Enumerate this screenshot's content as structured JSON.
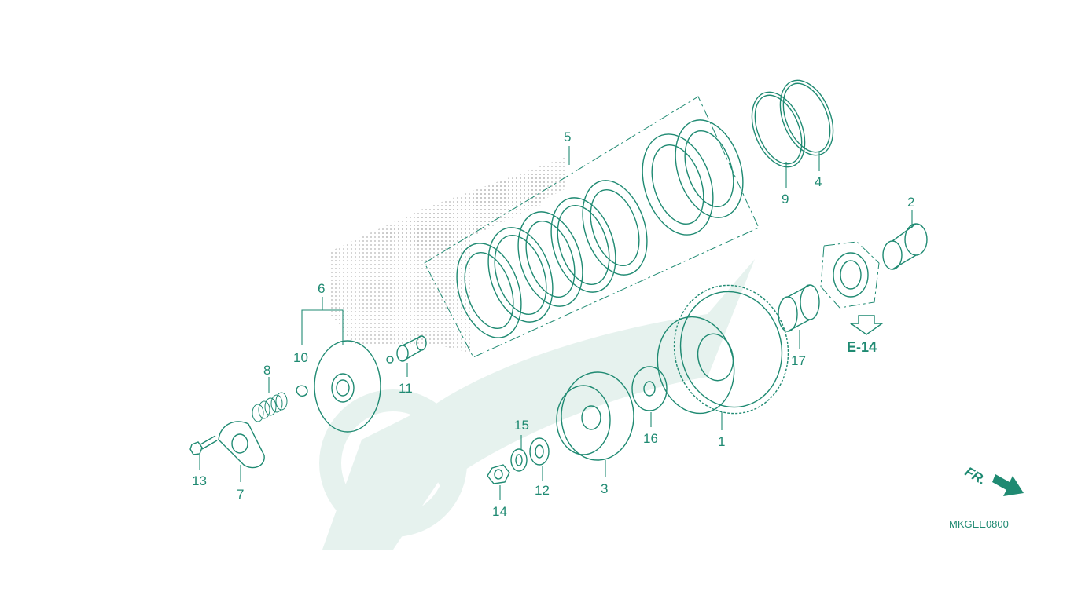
{
  "diagram": {
    "callouts": {
      "n1": "1",
      "n2": "2",
      "n3": "3",
      "n4": "4",
      "n5": "5",
      "n6": "6",
      "n7": "7",
      "n8": "8",
      "n9": "9",
      "n10": "10",
      "n11": "11",
      "n12": "12",
      "n13": "13",
      "n14": "14",
      "n15": "15",
      "n16": "16",
      "n17": "17"
    },
    "reference": "E-14",
    "direction": "FR.",
    "diagram_code": "MKGEE0800"
  },
  "colors": {
    "line": "#1f8a72",
    "watermark": "#e6f2ee",
    "dots": "#bdbdbd"
  }
}
